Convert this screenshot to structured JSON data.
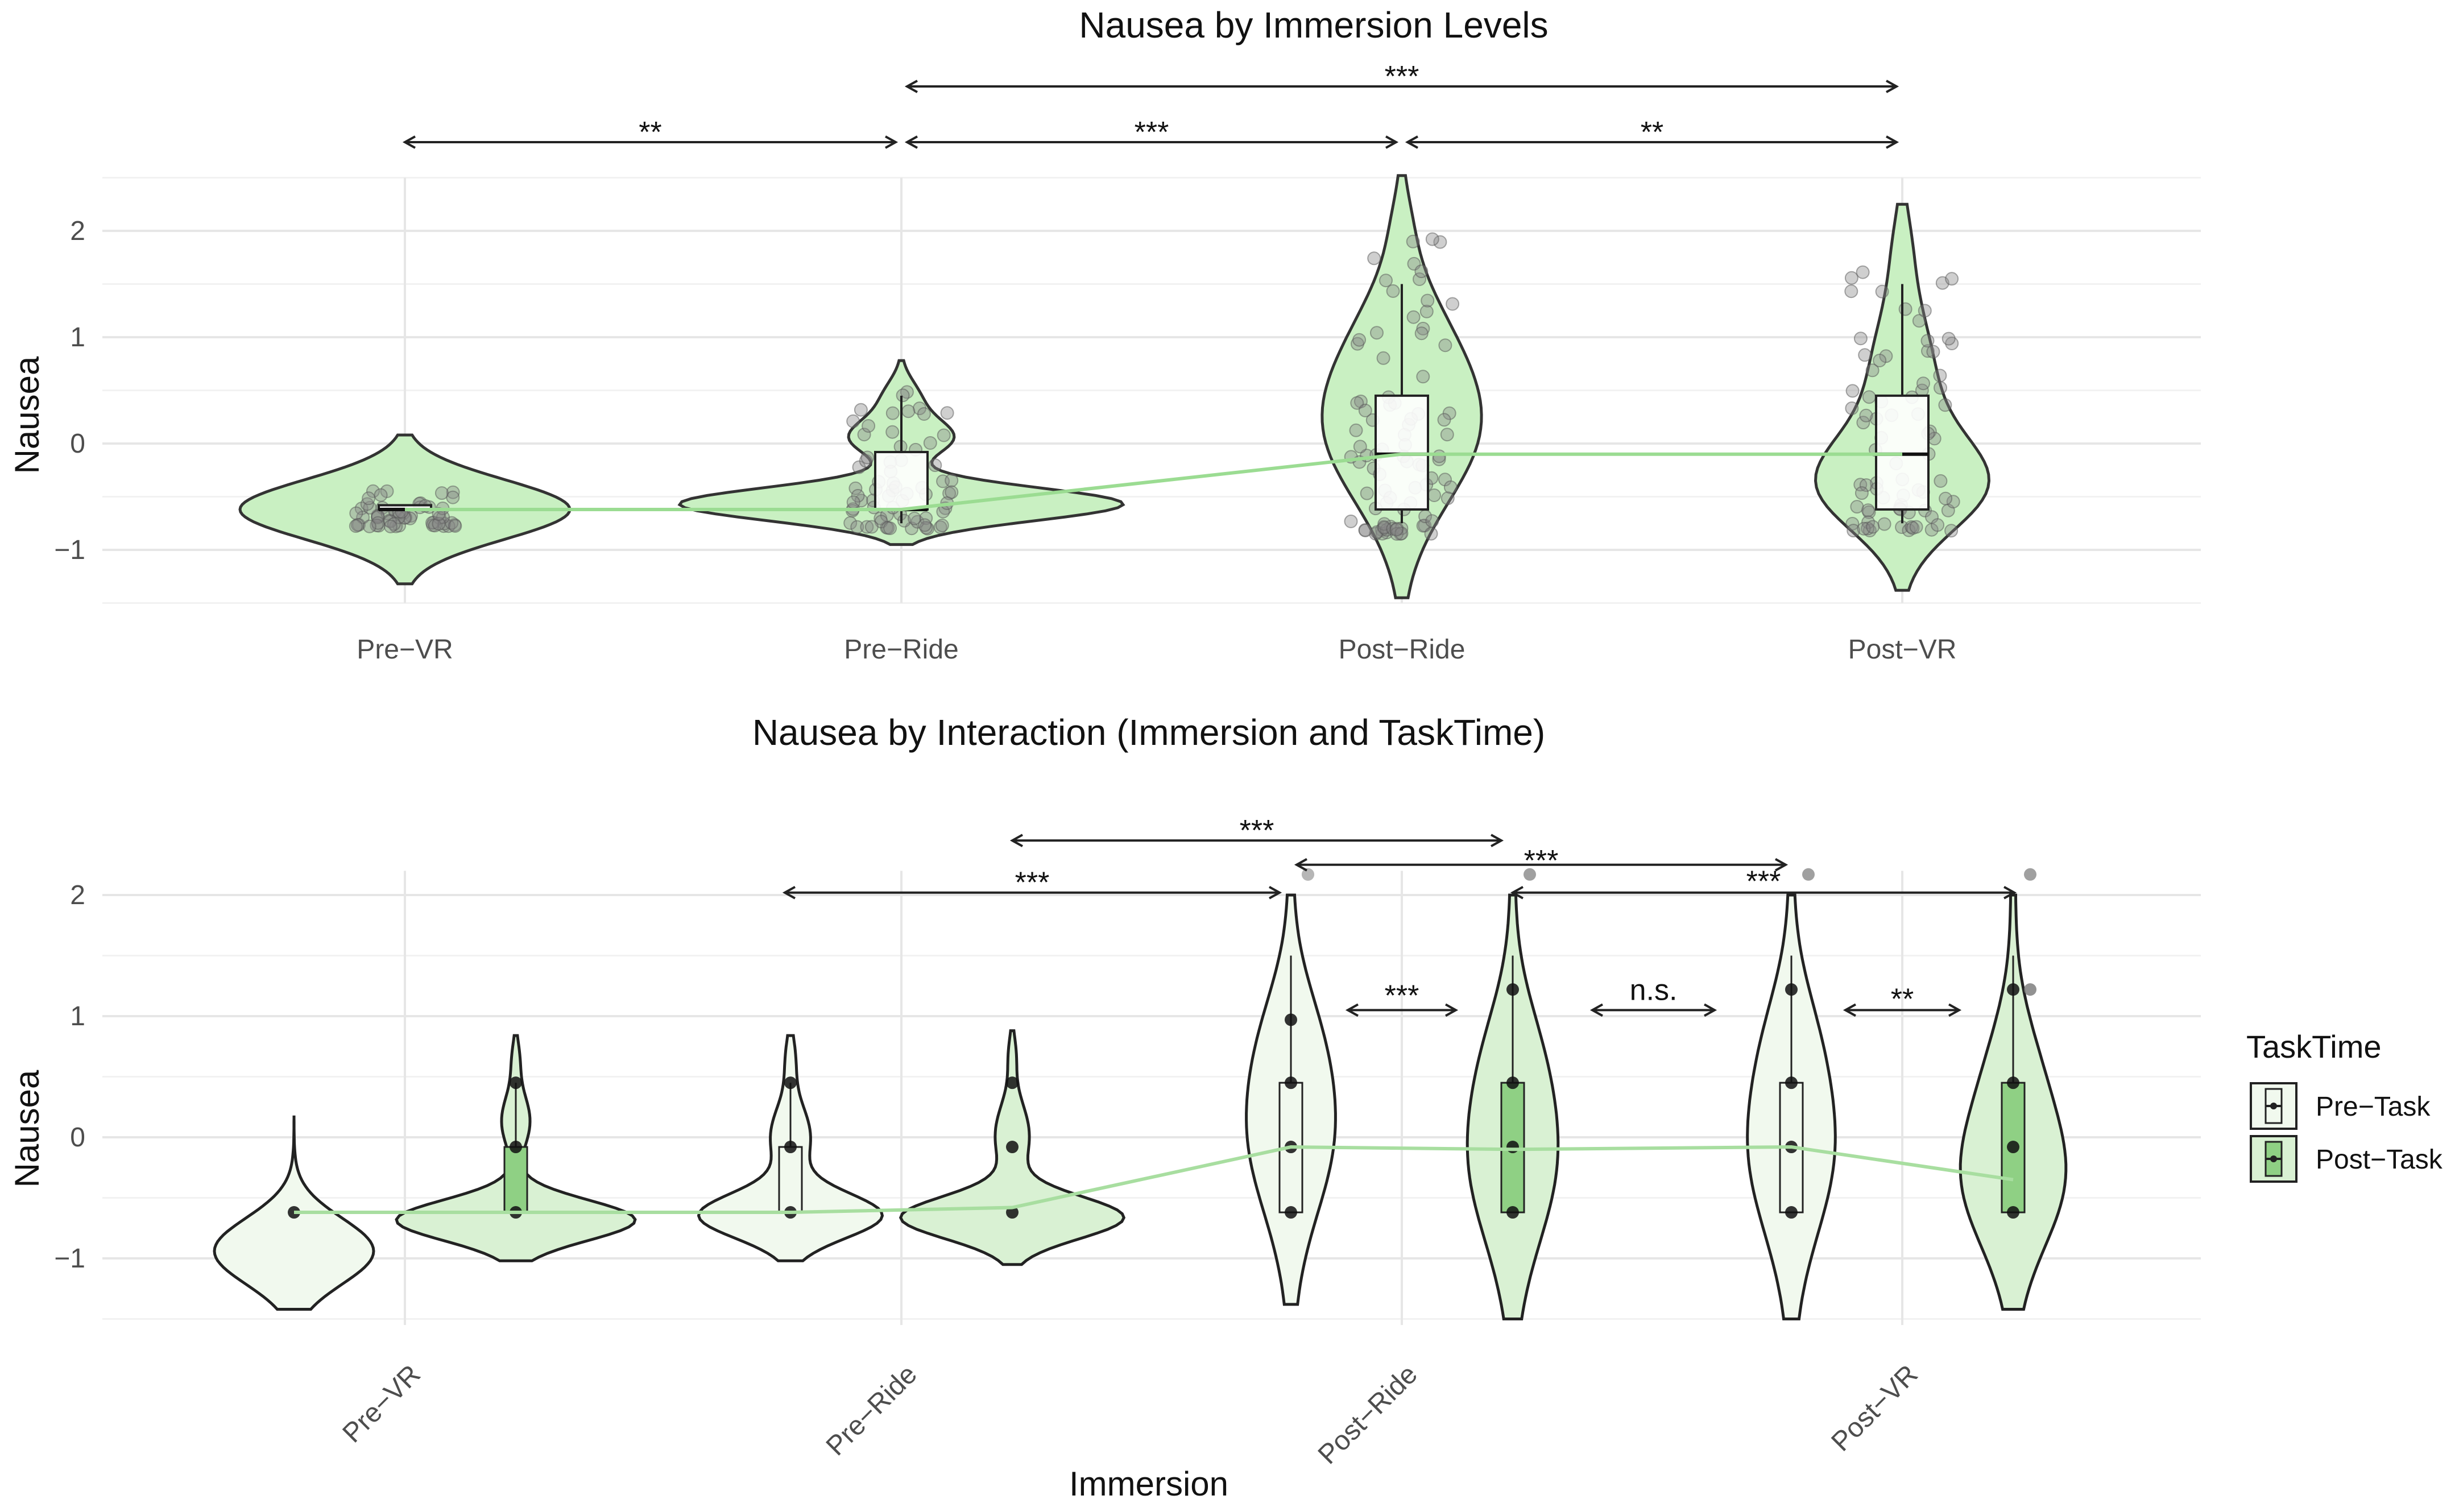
{
  "chart_data": [
    {
      "type": "violin",
      "title": "Nausea by Immersion Levels",
      "xlabel": "",
      "ylabel": "Nausea",
      "categories": [
        "Pre−VR",
        "Pre−Ride",
        "Post−Ride",
        "Post−VR"
      ],
      "y_ticks": [
        "−1",
        "0",
        "1",
        "2"
      ],
      "ylim": [
        -1.5,
        2.5
      ],
      "grid": true,
      "fill_color": "#c9f0c2",
      "trend_color": "#9bdc92",
      "medians": [
        -0.62,
        -0.62,
        -0.1,
        -0.1
      ],
      "boxes": [
        {
          "q1": -0.62,
          "median": -0.62,
          "q3": -0.58,
          "whisker_low": -0.62,
          "whisker_high": -0.58
        },
        {
          "q1": -0.62,
          "median": -0.62,
          "q3": -0.08,
          "whisker_low": -0.75,
          "whisker_high": 0.45
        },
        {
          "q1": -0.62,
          "median": -0.1,
          "q3": 0.45,
          "whisker_low": -0.75,
          "whisker_high": 1.5
        },
        {
          "q1": -0.62,
          "median": -0.1,
          "q3": 0.45,
          "whisker_low": -0.75,
          "whisker_high": 1.5
        }
      ],
      "violin_extent": [
        [
          -1.32,
          0.08
        ],
        [
          -0.95,
          0.78
        ],
        [
          -1.45,
          2.52
        ],
        [
          -1.38,
          2.25
        ]
      ],
      "significance": [
        {
          "from": 0,
          "to": 1,
          "label": "**"
        },
        {
          "from": 1,
          "to": 2,
          "label": "***"
        },
        {
          "from": 2,
          "to": 3,
          "label": "**"
        },
        {
          "from": 1,
          "to": 3,
          "label": "***"
        }
      ]
    },
    {
      "type": "violin",
      "title": "Nausea by Interaction (Immersion and TaskTime)",
      "xlabel": "Immersion",
      "ylabel": "Nausea",
      "categories": [
        "Pre−VR",
        "Pre−Ride",
        "Post−Ride",
        "Post−VR"
      ],
      "y_ticks": [
        "−1",
        "0",
        "1",
        "2"
      ],
      "ylim": [
        -1.55,
        2.2
      ],
      "grid": true,
      "legend": {
        "title": "TaskTime",
        "position": "right",
        "entries": [
          {
            "label": "Pre−Task",
            "color": "#f1f9ee"
          },
          {
            "label": "Post−Task",
            "color": "#8fd084"
          }
        ]
      },
      "series": [
        {
          "name": "Pre−Task",
          "medians": [
            -0.62,
            -0.62,
            -0.1,
            -0.1
          ]
        },
        {
          "name": "Post−Task",
          "medians": [
            -0.62,
            -0.62,
            -0.1,
            -0.35
          ]
        }
      ],
      "trend_medians": [
        -0.62,
        -0.62,
        -0.62,
        -0.58,
        -0.08,
        -0.1,
        -0.08,
        -0.35
      ],
      "significance": [
        {
          "label": "***",
          "y": 2.02
        },
        {
          "label": "***",
          "y": 2.45
        },
        {
          "label": "***",
          "y": 2.25
        },
        {
          "label": "***",
          "y": 2.02
        },
        {
          "label": "***",
          "y": 1.05
        },
        {
          "label": "n.s.",
          "y": 1.05
        },
        {
          "label": "**",
          "y": 1.05
        }
      ]
    }
  ]
}
